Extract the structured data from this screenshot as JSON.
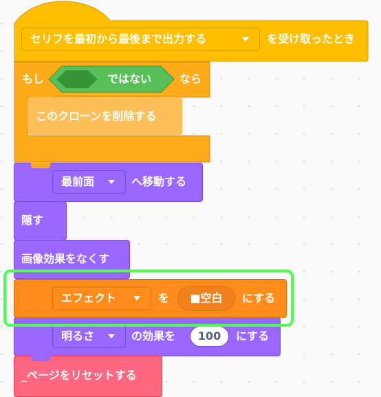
{
  "colors": {
    "events": "#ffbf00",
    "events_border": "#cc9900",
    "control": "#ffab19",
    "control_border": "#cf8b17",
    "looks": "#9966ff",
    "looks_border": "#774dcb",
    "effects": "#ff8c1a",
    "effects_border": "#db6e00",
    "operator": "#59c059",
    "custom": "#ff6680",
    "highlight": "#4cff4c"
  },
  "hat_block": {
    "dropdown": "セリフを最初から最後まで出力する",
    "suffix": "を受け取ったとき"
  },
  "if_block": {
    "prefix": "もし",
    "condition_label": "ではない",
    "suffix": "なら"
  },
  "delete_clone": {
    "label": "このクローンを削除する"
  },
  "go_to_layer": {
    "dropdown": "最前面",
    "suffix": "へ移動する"
  },
  "hide": {
    "label": "隠す"
  },
  "clear_effects": {
    "label": "画像効果をなくす"
  },
  "set_effect": {
    "dropdown": "エフェクト",
    "mid": "を",
    "value": "■空白",
    "suffix": "にする"
  },
  "set_brightness": {
    "dropdown": "明るさ",
    "mid": "の効果を",
    "value": "100",
    "suffix": "にする"
  },
  "reset_page": {
    "label": "_ページをリセットする"
  }
}
